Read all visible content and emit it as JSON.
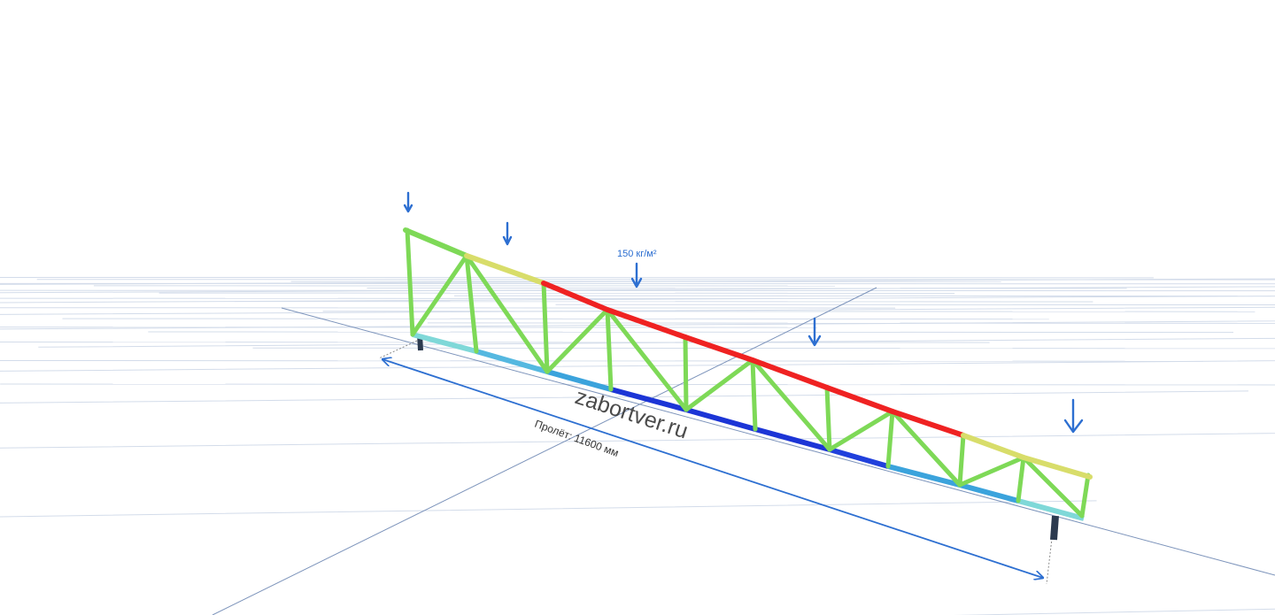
{
  "load_label": "150 кг/м²",
  "span_label": "Пролёт: 11600 мм",
  "watermark": "zabortver.ru",
  "colors": {
    "grid": "#cfd8e6",
    "axis": "#6f8bb5",
    "arrow": "#2d6fd1",
    "low_stress": "#7ed957",
    "medium_stress": "#d8dd6a",
    "high_stress": "#ef2222",
    "chord_light": "#7fd8d8",
    "chord_mid": "#3ba3dc",
    "chord_high": "#1c35d6",
    "support": "#2c3a4f"
  },
  "icons": [
    "load-arrow-icon",
    "dimension-arrow-icon"
  ]
}
